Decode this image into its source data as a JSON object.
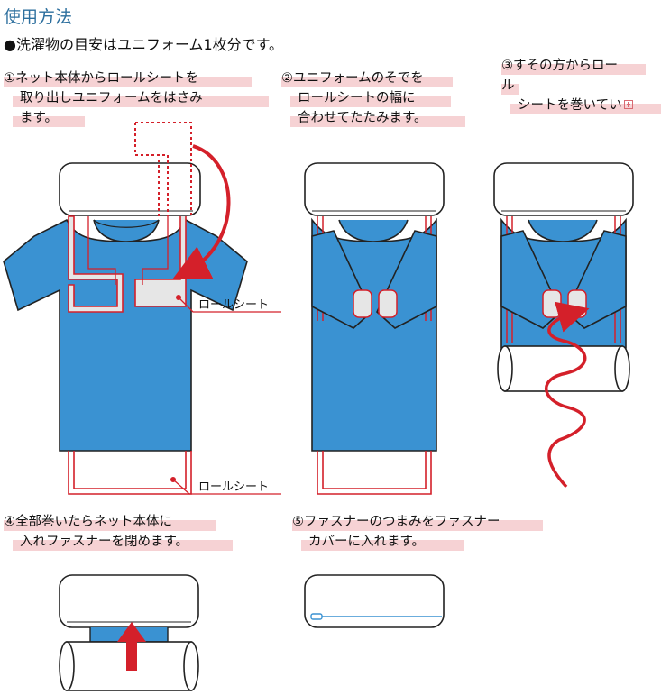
{
  "header": {
    "title": "使用方法",
    "subtitle": "●洗濯物の目安はユニフォーム1枚分です。"
  },
  "steps": [
    {
      "lines": [
        "①ネット本体からロールシートを",
        "取り出しユニフォームをはさみ",
        "ます。"
      ]
    },
    {
      "lines": [
        "②ユニフォームのそでを",
        "ロールシートの幅に",
        "合わせてたたみます。"
      ]
    },
    {
      "lines": [
        "③すその方からロー",
        "ル",
        "シートを巻いてい"
      ]
    },
    {
      "lines": [
        "④全部巻いたらネット本体に",
        "入れファスナーを閉めます。"
      ]
    },
    {
      "lines": [
        "⑤ファスナーのつまみをファスナー",
        "カバーに入れます。"
      ]
    }
  ],
  "labels": {
    "roll_sheet_upper": "ロールシート",
    "roll_sheet_lower": "ロールシート"
  },
  "colors": {
    "shirt": "#3a92d2",
    "accent_red": "#d4202a",
    "highlight": "#f6d2d4",
    "title_blue": "#2d6f9e"
  }
}
